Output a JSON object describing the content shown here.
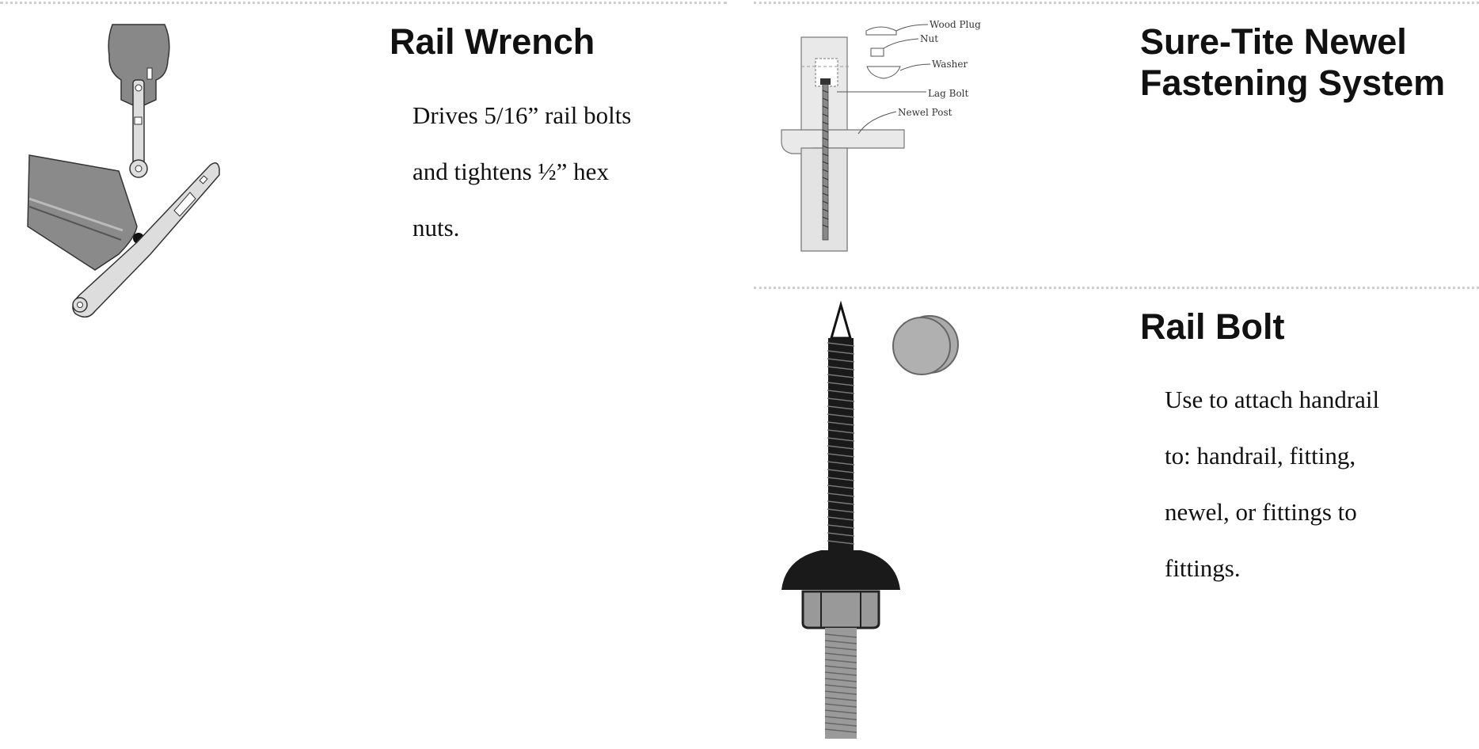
{
  "panels": [
    {
      "title": "Rail Wrench",
      "body_lines": [
        "Drives 5/16” rail bolts",
        "and tightens ½” hex",
        "nuts."
      ]
    },
    {
      "title_lines": [
        "Sure-Tite Newel",
        "Fastening System"
      ],
      "diagram_labels": [
        "Wood Plug",
        "Nut",
        "Washer",
        "Lag Bolt",
        "Newel Post"
      ]
    },
    {
      "title": "Rail Bolt",
      "body_lines": [
        "Use to attach handrail",
        "to: handrail, fitting,",
        "newel, or fittings to",
        "fittings."
      ]
    }
  ],
  "icons": [
    "rail-wrench-illustration",
    "newel-fastening-diagram",
    "rail-bolt-illustration"
  ],
  "colors": {
    "divider": "#cfcfcf",
    "text": "#111111"
  }
}
